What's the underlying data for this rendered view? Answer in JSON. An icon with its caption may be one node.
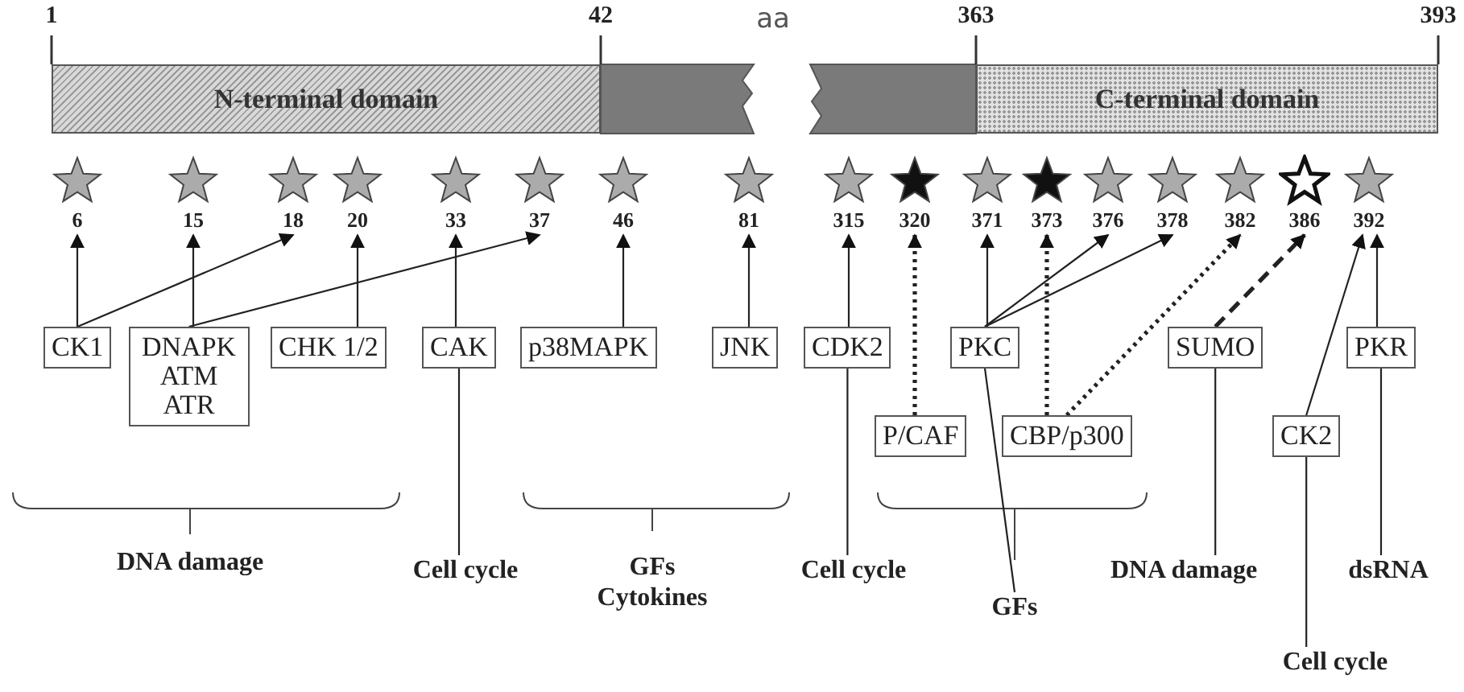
{
  "diagram": {
    "nodes": [
      {
        "text": [
          "N-terminal domain"
        ]
      },
      {
        "text": [
          "C-terminal domain"
        ]
      },
      {
        "text": [
          "6"
        ]
      },
      {
        "text": [
          "15"
        ]
      },
      {
        "text": [
          "18"
        ]
      },
      {
        "text": [
          "20"
        ]
      },
      {
        "text": [
          "33"
        ]
      },
      {
        "text": [
          "37"
        ]
      },
      {
        "text": [
          "46"
        ]
      },
      {
        "text": [
          "81"
        ]
      },
      {
        "text": [
          "315"
        ]
      },
      {
        "text": [
          "320"
        ]
      },
      {
        "text": [
          "371"
        ]
      },
      {
        "text": [
          "373"
        ]
      },
      {
        "text": [
          "376"
        ]
      },
      {
        "text": [
          "378"
        ]
      },
      {
        "text": [
          "382"
        ]
      },
      {
        "text": [
          "386"
        ]
      },
      {
        "text": [
          "392"
        ]
      },
      {
        "text": [
          "CK1"
        ]
      },
      {
        "text": [
          "DNAPK ATM ATR"
        ]
      },
      {
        "text": [
          "CHK 1/2"
        ]
      },
      {
        "text": [
          "CAK"
        ]
      },
      {
        "text": [
          "p38MAPK"
        ]
      },
      {
        "text": [
          "JNK"
        ]
      },
      {
        "text": [
          "CDK2"
        ]
      },
      {
        "text": [
          "PKC"
        ]
      },
      {
        "text": [
          "SUMO"
        ]
      },
      {
        "text": [
          "PKR"
        ]
      },
      {
        "text": [
          "P/CAF"
        ]
      },
      {
        "text": [
          "CBP/p300"
        ]
      },
      {
        "text": [
          "CK2"
        ]
      },
      {
        "text": [
          "DNA damage"
        ]
      },
      {
        "text": [
          "Cell cycle"
        ]
      },
      {
        "text": [
          "GFs Cytokines"
        ]
      },
      {
        "text": [
          "Cell cycle"
        ]
      },
      {
        "text": [
          "DNA damage"
        ]
      },
      {
        "text": [
          "dsRNA"
        ]
      },
      {
        "text": [
          "GFs"
        ]
      },
      {
        "text": [
          "Cell cycle"
        ]
      },
      {
        "text": [],
        "shape": "bar"
      },
      {
        "text": [],
        "shape": "bar"
      }
    ],
    "edges": [
      {
        "from": 19,
        "to": 2,
        "arrow": "to"
      },
      {
        "from": 19,
        "to": 4,
        "arrow": "to"
      },
      {
        "from": 20,
        "to": 3,
        "arrow": "to"
      },
      {
        "from": 20,
        "to": 7,
        "arrow": "to"
      },
      {
        "from": 21,
        "to": 5,
        "arrow": "to"
      },
      {
        "from": 22,
        "to": 6,
        "arrow": "to"
      },
      {
        "from": 23,
        "to": 8,
        "arrow": "to"
      },
      {
        "from": 24,
        "to": 9,
        "arrow": "to"
      },
      {
        "from": 25,
        "to": 10,
        "arrow": "to"
      },
      {
        "from": 29,
        "to": 11,
        "arrow": "to",
        "style": "dashed"
      },
      {
        "from": 26,
        "to": 12,
        "arrow": "to"
      },
      {
        "from": 26,
        "to": 14,
        "arrow": "to"
      },
      {
        "from": 26,
        "to": 15,
        "arrow": "to"
      },
      {
        "from": 30,
        "to": 13,
        "arrow": "to",
        "style": "dashed"
      },
      {
        "from": 30,
        "to": 16,
        "arrow": "to",
        "style": "dashed"
      },
      {
        "from": 27,
        "to": 17,
        "arrow": "to",
        "style": "dashed"
      },
      {
        "from": 31,
        "to": 18,
        "arrow": "to"
      },
      {
        "from": 28,
        "to": 18,
        "arrow": "to"
      },
      {
        "from": 22,
        "to": 33,
        "arrow": "none"
      },
      {
        "from": 25,
        "to": 35,
        "arrow": "none"
      },
      {
        "from": 26,
        "to": 38,
        "arrow": "none"
      },
      {
        "from": 27,
        "to": 36,
        "arrow": "none"
      },
      {
        "from": 31,
        "to": 39,
        "arrow": "none"
      },
      {
        "from": 28,
        "to": 37,
        "arrow": "none"
      }
    ],
    "labels": [
      "1",
      "42",
      "aa",
      "363",
      "393"
    ]
  }
}
